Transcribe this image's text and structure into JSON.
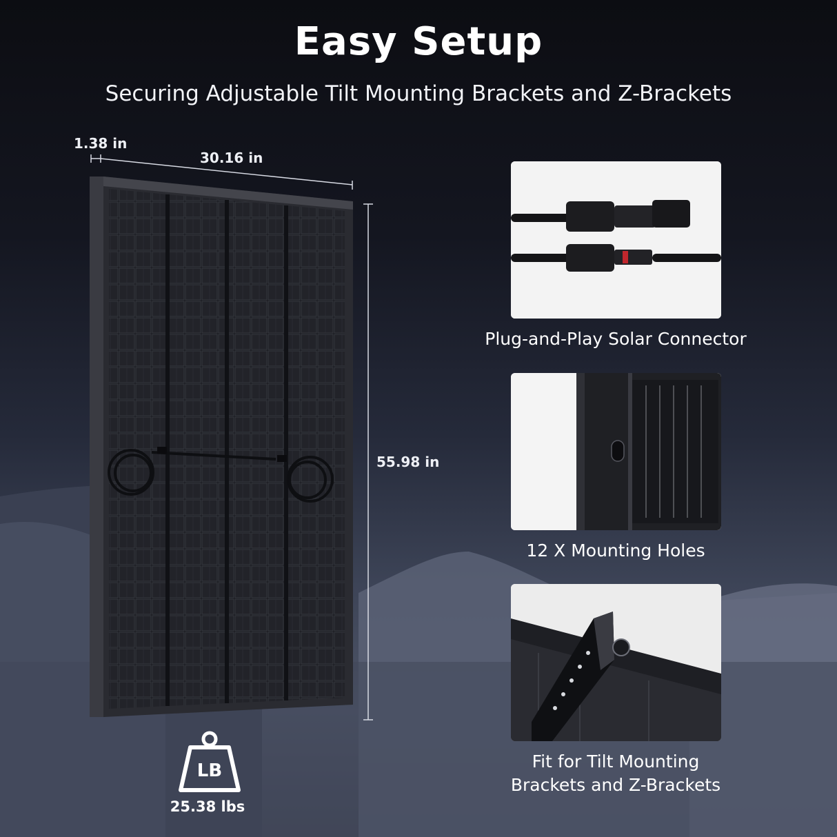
{
  "header": {
    "title": "Easy Setup",
    "subtitle": "Securing Adjustable Tilt Mounting Brackets and Z-Brackets"
  },
  "dimensions": {
    "thickness": "1.38 in",
    "width": "30.16 in",
    "height": "55.98 in"
  },
  "weight": {
    "icon_label": "LB",
    "value": "25.38 lbs",
    "icon": "weight-icon"
  },
  "features": [
    {
      "caption": "Plug-and-Play Solar Connector",
      "icon": "solar-connector-photo"
    },
    {
      "caption": "12 X Mounting Holes",
      "icon": "mounting-holes-photo"
    },
    {
      "caption_line1": "Fit for Tilt Mounting",
      "caption_line2": "Brackets and Z-Brackets",
      "icon": "bracket-photo"
    }
  ],
  "colors": {
    "text": "#ffffff",
    "panel": "#1c1d22",
    "card_bg": "#f4f4f4"
  }
}
